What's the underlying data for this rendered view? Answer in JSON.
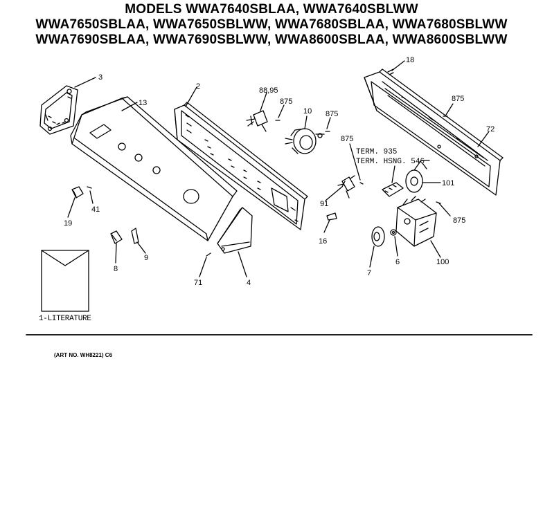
{
  "title_lines": [
    "MODELS WWA7640SBLAA, WWA7640SBLWW",
    "WWA7650SBLAA, WWA7650SBLWW, WWA7680SBLAA, WWA7680SBLWW",
    "WWA7690SBLAA, WWA7690SBLWW, WWA8600SBLAA, WWA8600SBLWW"
  ],
  "callouts": {
    "c3": "3",
    "c13": "13",
    "c2": "2",
    "c8895": "88,95",
    "c875a": "875",
    "c10": "10",
    "c875b": "875",
    "c18": "18",
    "c875c": "875",
    "c72": "72",
    "c875d": "875",
    "term935": "TERM. 935",
    "termhsng": "TERM. HSNG. 546",
    "c101": "101",
    "c91": "91",
    "c16": "16",
    "c875e": "875",
    "c7": "7",
    "c6": "6",
    "c100": "100",
    "c19": "19",
    "c41": "41",
    "c8": "8",
    "c9": "9",
    "c71": "71",
    "c4": "4"
  },
  "literature_label": "1-LITERATURE",
  "art_number": "(ART NO. WH8221) C6"
}
